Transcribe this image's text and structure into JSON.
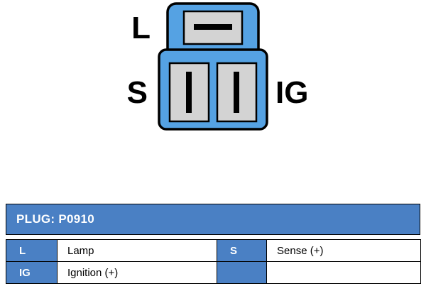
{
  "connector_diagram": {
    "terminal_labels": {
      "top": "L",
      "bottom_left": "S",
      "bottom_right": "IG"
    },
    "colors": {
      "plug_body": "#55a2e3",
      "terminal_fill": "#d3d3d3",
      "outline": "#000000"
    }
  },
  "table": {
    "title": "PLUG: P0910",
    "rows": [
      [
        "L",
        "Lamp",
        "S",
        "Sense (+)"
      ],
      [
        "IG",
        "Ignition (+)",
        "",
        ""
      ]
    ],
    "colors": {
      "header_bg": "#4a80c4",
      "pin_cell_bg": "#4a80c4",
      "header_text": "#ffffff"
    }
  }
}
